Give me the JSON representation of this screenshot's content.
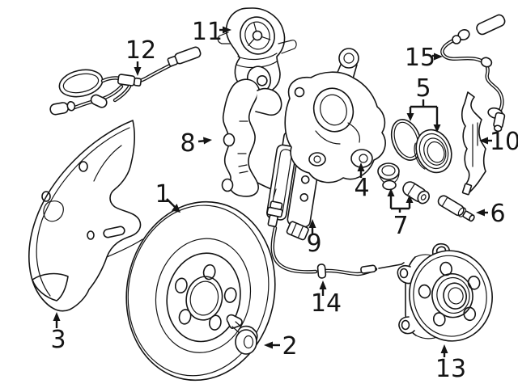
{
  "diagram": {
    "background": "#ffffff",
    "ink": "#141414",
    "style": "black-and-white exploded parts line drawing, rear disc brake assembly",
    "callouts": [
      {
        "label": "1",
        "part": "brake-disc-rotor"
      },
      {
        "label": "2",
        "part": "rotor-retaining-screw"
      },
      {
        "label": "3",
        "part": "brake-splash-shield"
      },
      {
        "label": "4",
        "part": "brake-caliper"
      },
      {
        "label": "5",
        "part": "caliper-piston-seal-and-boot"
      },
      {
        "label": "6",
        "part": "caliper-guide-pin"
      },
      {
        "label": "7",
        "part": "guide-bushing-and-cap"
      },
      {
        "label": "8",
        "part": "caliper-mounting-bracket"
      },
      {
        "label": "9",
        "part": "brake-pad-set"
      },
      {
        "label": "10",
        "part": "pad-retaining-spring-clip"
      },
      {
        "label": "11",
        "part": "parking-brake-actuator-motor"
      },
      {
        "label": "12",
        "part": "brake-pad-wear-sensor-wire"
      },
      {
        "label": "13",
        "part": "wheel-hub-and-bearing"
      },
      {
        "label": "14",
        "part": "brake-sensor-cable"
      },
      {
        "label": "15",
        "part": "abs-wheel-speed-sensor"
      }
    ]
  }
}
